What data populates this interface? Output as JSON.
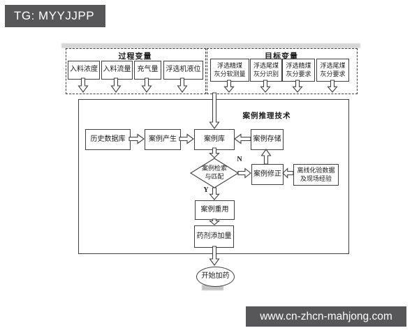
{
  "header_badge": {
    "text": "TG: MYYJJPP"
  },
  "footer_badge": {
    "text": "www.cn-zhcn-mahjong.com"
  },
  "colors": {
    "badge_bg": "#57575a",
    "line": "#3f3f3f",
    "watermark_strip": "#c9c9c9",
    "background": "#ffffff"
  },
  "flowchart": {
    "process_group": {
      "title": "过程变量",
      "items": [
        "入料浓度",
        "入料流量",
        "充气量",
        "浮选机液位"
      ]
    },
    "target_group": {
      "title": "目标变量",
      "items": [
        {
          "line1": "浮选精煤",
          "line2": "灰分软测量"
        },
        {
          "line1": "浮选尾煤",
          "line2": "灰分识别"
        },
        {
          "line1": "浮选精煤",
          "line2": "灰分要求"
        },
        {
          "line1": "浮选尾煤",
          "line2": "灰分要求"
        }
      ]
    },
    "frame_title": "案例推理技术",
    "nodes": {
      "history_db": "历史数据库",
      "case_generation": "案例产生",
      "case_library": "案例库",
      "case_storage": "案例存储",
      "case_retrieval": {
        "line1": "案例检索",
        "line2": "与匹配"
      },
      "case_revision": "案例修正",
      "offline_data": {
        "line1": "离线化验数据",
        "line2": "及现场经验"
      },
      "case_reuse": "案例重用",
      "reagent_dosage": "药剂添加量",
      "start_dosing": "开始加药"
    },
    "branch_labels": {
      "no": "N",
      "yes": "Y"
    }
  }
}
